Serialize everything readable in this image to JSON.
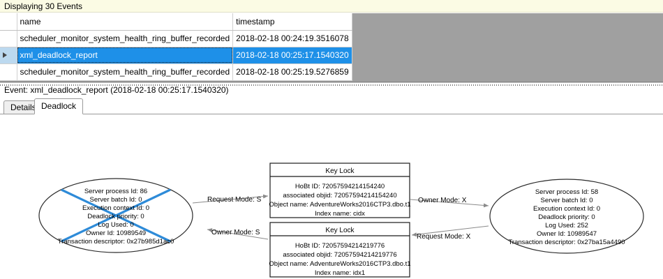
{
  "banner": {
    "text": "Displaying 30 Events"
  },
  "grid": {
    "columns": [
      "",
      "name",
      "timestamp"
    ],
    "rows": [
      {
        "selector": "",
        "name": "scheduler_monitor_system_health_ring_buffer_recorded",
        "timestamp": "2018-02-18 00:24:19.3516078",
        "selected": false
      },
      {
        "selector": "row-selector-arrow",
        "name": "xml_deadlock_report",
        "timestamp": "2018-02-18 00:25:17.1540320",
        "selected": true
      },
      {
        "selector": "",
        "name": "scheduler_monitor_system_health_ring_buffer_recorded",
        "timestamp": "2018-02-18 00:25:19.5276859",
        "selected": false
      }
    ]
  },
  "event_caption": "Event: xml_deadlock_report (2018-02-18 00:25:17.1540320)",
  "tabs": [
    {
      "label": "Details",
      "active": false
    },
    {
      "label": "Deadlock",
      "active": true
    }
  ],
  "deadlock": {
    "victim_process": {
      "is_victim": true,
      "victim_cross_color": "#2e8bd8",
      "lines": [
        "Server process Id: 86",
        "Server batch Id: 0",
        "Execution context Id: 0",
        "Deadlock priority: 0",
        "Log Used: 0",
        "Owner Id: 10989549",
        "Transaction descriptor: 0x27b985d1ac0"
      ]
    },
    "winner_process": {
      "is_victim": false,
      "lines": [
        "Server process Id: 58",
        "Server batch Id: 0",
        "Execution context Id: 0",
        "Deadlock priority: 0",
        "Log Used: 252",
        "Owner Id: 10989547",
        "Transaction descriptor: 0x27ba15a4490"
      ]
    },
    "resources": [
      {
        "title": "Key Lock",
        "lines": [
          "HoBt ID: 72057594214154240",
          "associated objid: 72057594214154240",
          "Object name: AdventureWorks2016CTP3.dbo.t1",
          "Index name: cidx"
        ]
      },
      {
        "title": "Key Lock",
        "lines": [
          "HoBt ID: 72057594214219776",
          "associated objid: 72057594214219776",
          "Object name: AdventureWorks2016CTP3.dbo.t1",
          "Index name: idx1"
        ]
      }
    ],
    "edges": [
      {
        "label": "Request Mode: S",
        "direction": "right"
      },
      {
        "label": "Owner Mode: X",
        "direction": "right"
      },
      {
        "label": "Owner Mode: S",
        "direction": "left"
      },
      {
        "label": "Request Mode: X",
        "direction": "left"
      }
    ]
  }
}
